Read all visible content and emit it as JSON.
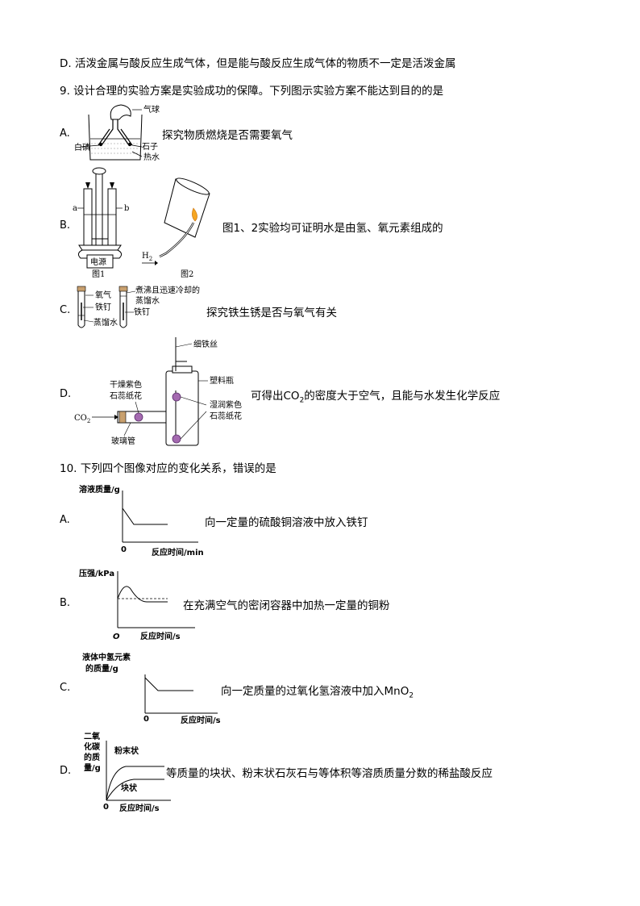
{
  "q8": {
    "option_d": "D. 活泼金属与酸反应生成气体，但是能与酸反应生成气体的物质不一定是活泼金属"
  },
  "q9": {
    "stem": "9. 设计合理的实验方案是实验成功的保障。下列图示实验方案不能达到目的的是",
    "A": {
      "letter": "A.",
      "text": "探究物质燃烧是否需要氧气",
      "labels": {
        "balloon": "气球",
        "white_phosphorus": "白磷",
        "stone": "石子",
        "hot_water": "热水"
      }
    },
    "B": {
      "letter": "B.",
      "text": "图1、2实验均可证明水是由氢、氧元素组成的",
      "labels": {
        "a": "a",
        "b": "b",
        "power": "电源",
        "fig1": "图1",
        "fig2": "图2",
        "h2": "H",
        "h2_sub": "2"
      }
    },
    "C": {
      "letter": "C.",
      "text": "探究铁生锈是否与氧气有关",
      "labels": {
        "oxygen": "氧气",
        "nail1": "铁钉",
        "water": "蒸馏水",
        "boiled1": "煮沸且迅速冷却的",
        "boiled2": "蒸馏水",
        "nail2": "铁钉"
      }
    },
    "D": {
      "letter": "D.",
      "text_pre": "可得出",
      "co2": "CO",
      "co2_sub": "2",
      "text_post": "的密度大于空气，且能与水发生化学反应",
      "labels": {
        "wire": "细铁丝",
        "dry1": "干燥紫色",
        "dry2": "石蕊纸花",
        "bottle": "塑料瓶",
        "wet1": "湿润紫色",
        "wet2": "石蕊纸花",
        "co2_in": "CO",
        "co2_in_sub": "2",
        "tube": "玻璃管"
      }
    }
  },
  "q10": {
    "stem": "10. 下列四个图像对应的变化关系，错误的是",
    "A": {
      "letter": "A.",
      "text": "向一定量的硫酸铜溶液中放入铁钉",
      "ylabel": "溶液质量/g",
      "xlabel": "反应时间/min",
      "origin": "0"
    },
    "B": {
      "letter": "B.",
      "text": "在充满空气的密闭容器中加热一定量的铜粉",
      "ylabel": "压强/kPa",
      "xlabel": "反应时间/s",
      "origin": "O"
    },
    "C": {
      "letter": "C.",
      "text_pre": "向一定质量的过氧化氢溶液中加入",
      "mno2": "MnO",
      "mno2_sub": "2",
      "ylabel1": "液体中氢元素",
      "ylabel2": "的质量/g",
      "xlabel": "反应时间/s",
      "origin": "0"
    },
    "D": {
      "letter": "D.",
      "text": "等质量的块状、粉末状石灰石与等体积等溶质质量分数的稀盐酸反应",
      "ylabel": [
        "二氧",
        "化碳",
        "的质",
        "量/g"
      ],
      "powder": "粉末状",
      "block": "块状",
      "xlabel": "反应时间/s",
      "origin": "0"
    }
  }
}
